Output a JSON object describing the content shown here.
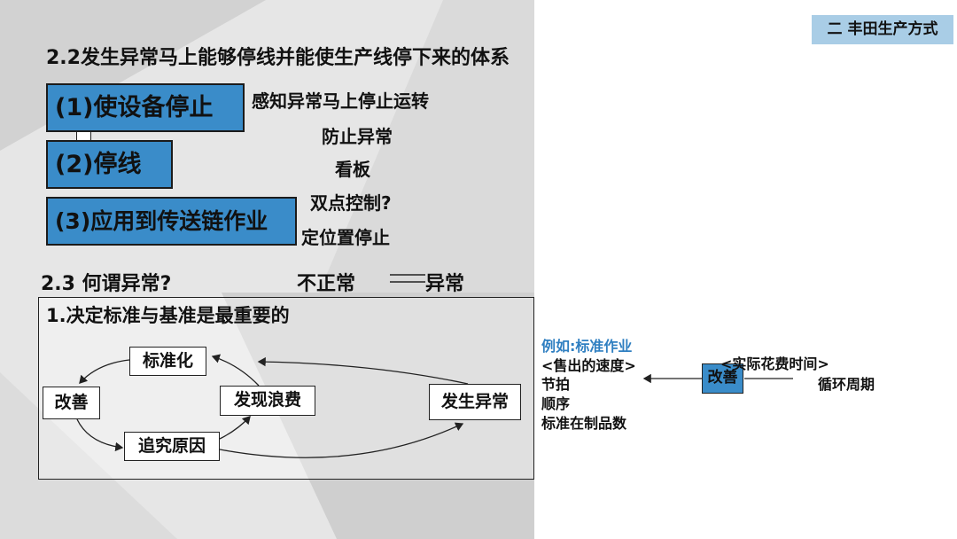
{
  "header": {
    "section_tag": "二 丰田生产方式"
  },
  "section_22": {
    "heading": "2.2发生异常马上能够停线并能使生产线停下来的体系",
    "items": [
      {
        "label": "(1)使设备停止",
        "note": "感知异常马上停止运转"
      },
      {
        "label": "(2)停线",
        "note": "防止异常"
      },
      {
        "label": "(3)应用到传送链作业",
        "note": "看板"
      }
    ],
    "notes_extra": [
      "双点控制?",
      "定位置停止"
    ]
  },
  "section_23": {
    "heading": "2.3 何谓异常?",
    "abnormal_left": "不正常",
    "abnormal_right": "异常",
    "box_title": "1.决定标准与基准是最重要的",
    "nodes": {
      "standardize": "标准化",
      "improve": "改善",
      "find_waste": "发现浪费",
      "root_cause": "追究原因",
      "abnormal": "发生异常"
    }
  },
  "example": {
    "title": "例如:标准作业",
    "lines": [
      "<售出的速度>",
      "节拍",
      "顺序",
      "标准在制品数"
    ],
    "kaizen": "改善",
    "actual_time": "<实际花费时间>",
    "cycle": "循环周期"
  },
  "colors": {
    "accent_blue": "#3a8cc9",
    "tag_blue": "#a9cde6",
    "title_blue": "#2f7fc1"
  }
}
